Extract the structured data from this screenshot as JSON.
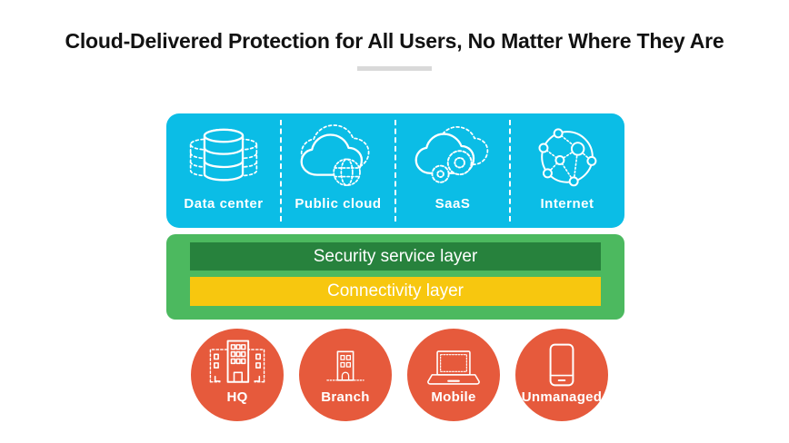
{
  "title": "Cloud-Delivered Protection for All Users, No Matter Where They Are",
  "colors": {
    "cyan_panel": "#0bbde6",
    "green_panel": "#4cb95f",
    "security_bar": "#27823d",
    "connectivity_bar": "#f7c70f",
    "edge_circle": "#e65a3c",
    "divider": "#d9d9d9",
    "title_text": "#121212",
    "label_text": "#ffffff"
  },
  "cloud_panel": {
    "items": [
      {
        "label": "Data center",
        "icon": "database-icon"
      },
      {
        "label": "Public cloud",
        "icon": "cloud-globe-icon"
      },
      {
        "label": "SaaS",
        "icon": "cloud-gears-icon"
      },
      {
        "label": "Internet",
        "icon": "network-globe-icon"
      }
    ]
  },
  "layers_panel": {
    "security_label": "Security service layer",
    "connectivity_label": "Connectivity layer"
  },
  "edge_row": {
    "items": [
      {
        "label": "HQ",
        "icon": "hq-building-icon"
      },
      {
        "label": "Branch",
        "icon": "branch-building-icon"
      },
      {
        "label": "Mobile",
        "icon": "laptop-icon"
      },
      {
        "label": "Unmanaged",
        "icon": "smartphone-icon"
      }
    ]
  }
}
